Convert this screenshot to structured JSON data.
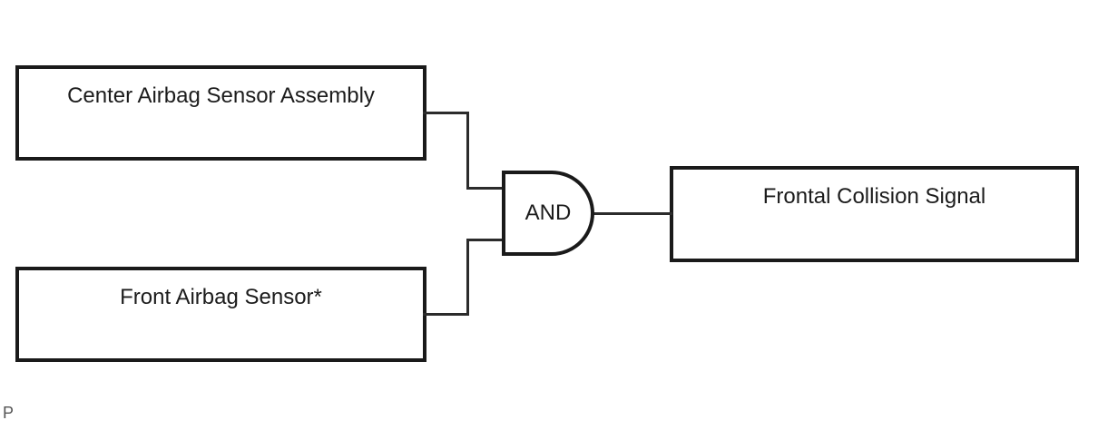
{
  "diagram": {
    "title_hint": "AND logic diagram for frontal collision detection",
    "inputs": [
      {
        "label": "Center Airbag Sensor Assembly"
      },
      {
        "label": "Front Airbag Sensor*"
      }
    ],
    "gate": {
      "type": "AND",
      "label": "AND"
    },
    "output": {
      "label": "Frontal Collision Signal"
    },
    "watermark": "P",
    "colors": {
      "background": "#ffffff",
      "border": "#1a1a1a",
      "wire": "#2b2b2b",
      "text": "#1c1c1c",
      "watermark_text": "#555555"
    }
  }
}
